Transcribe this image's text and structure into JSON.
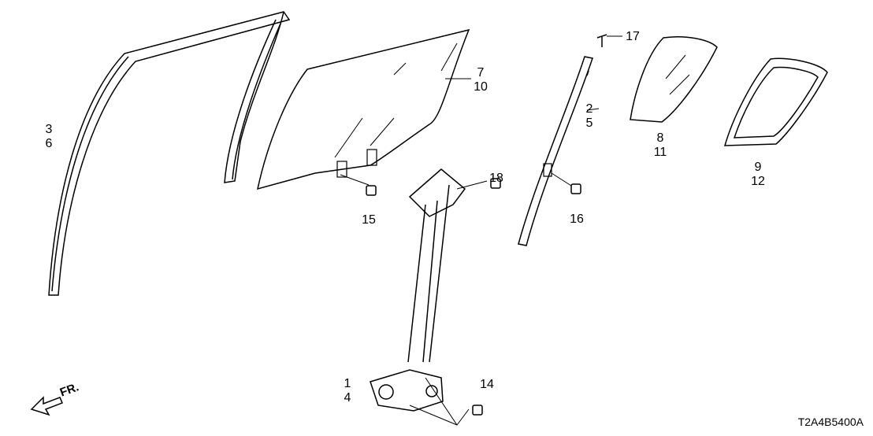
{
  "diagram_code": "T2A4B5400A",
  "direction_label": "FR.",
  "callouts": [
    {
      "id": "c36",
      "lines": [
        "3",
        "6"
      ]
    },
    {
      "id": "c710",
      "lines": [
        "7",
        "10"
      ]
    },
    {
      "id": "c17",
      "lines": [
        "17"
      ]
    },
    {
      "id": "c25",
      "lines": [
        "2",
        "5"
      ]
    },
    {
      "id": "c811",
      "lines": [
        "8",
        "11"
      ]
    },
    {
      "id": "c912",
      "lines": [
        "9",
        "12"
      ]
    },
    {
      "id": "c18",
      "lines": [
        "18"
      ]
    },
    {
      "id": "c15",
      "lines": [
        "15"
      ]
    },
    {
      "id": "c16",
      "lines": [
        "16"
      ]
    },
    {
      "id": "c14",
      "lines": [
        "1",
        "4"
      ]
    },
    {
      "id": "c14b",
      "lines": [
        "14"
      ]
    }
  ]
}
